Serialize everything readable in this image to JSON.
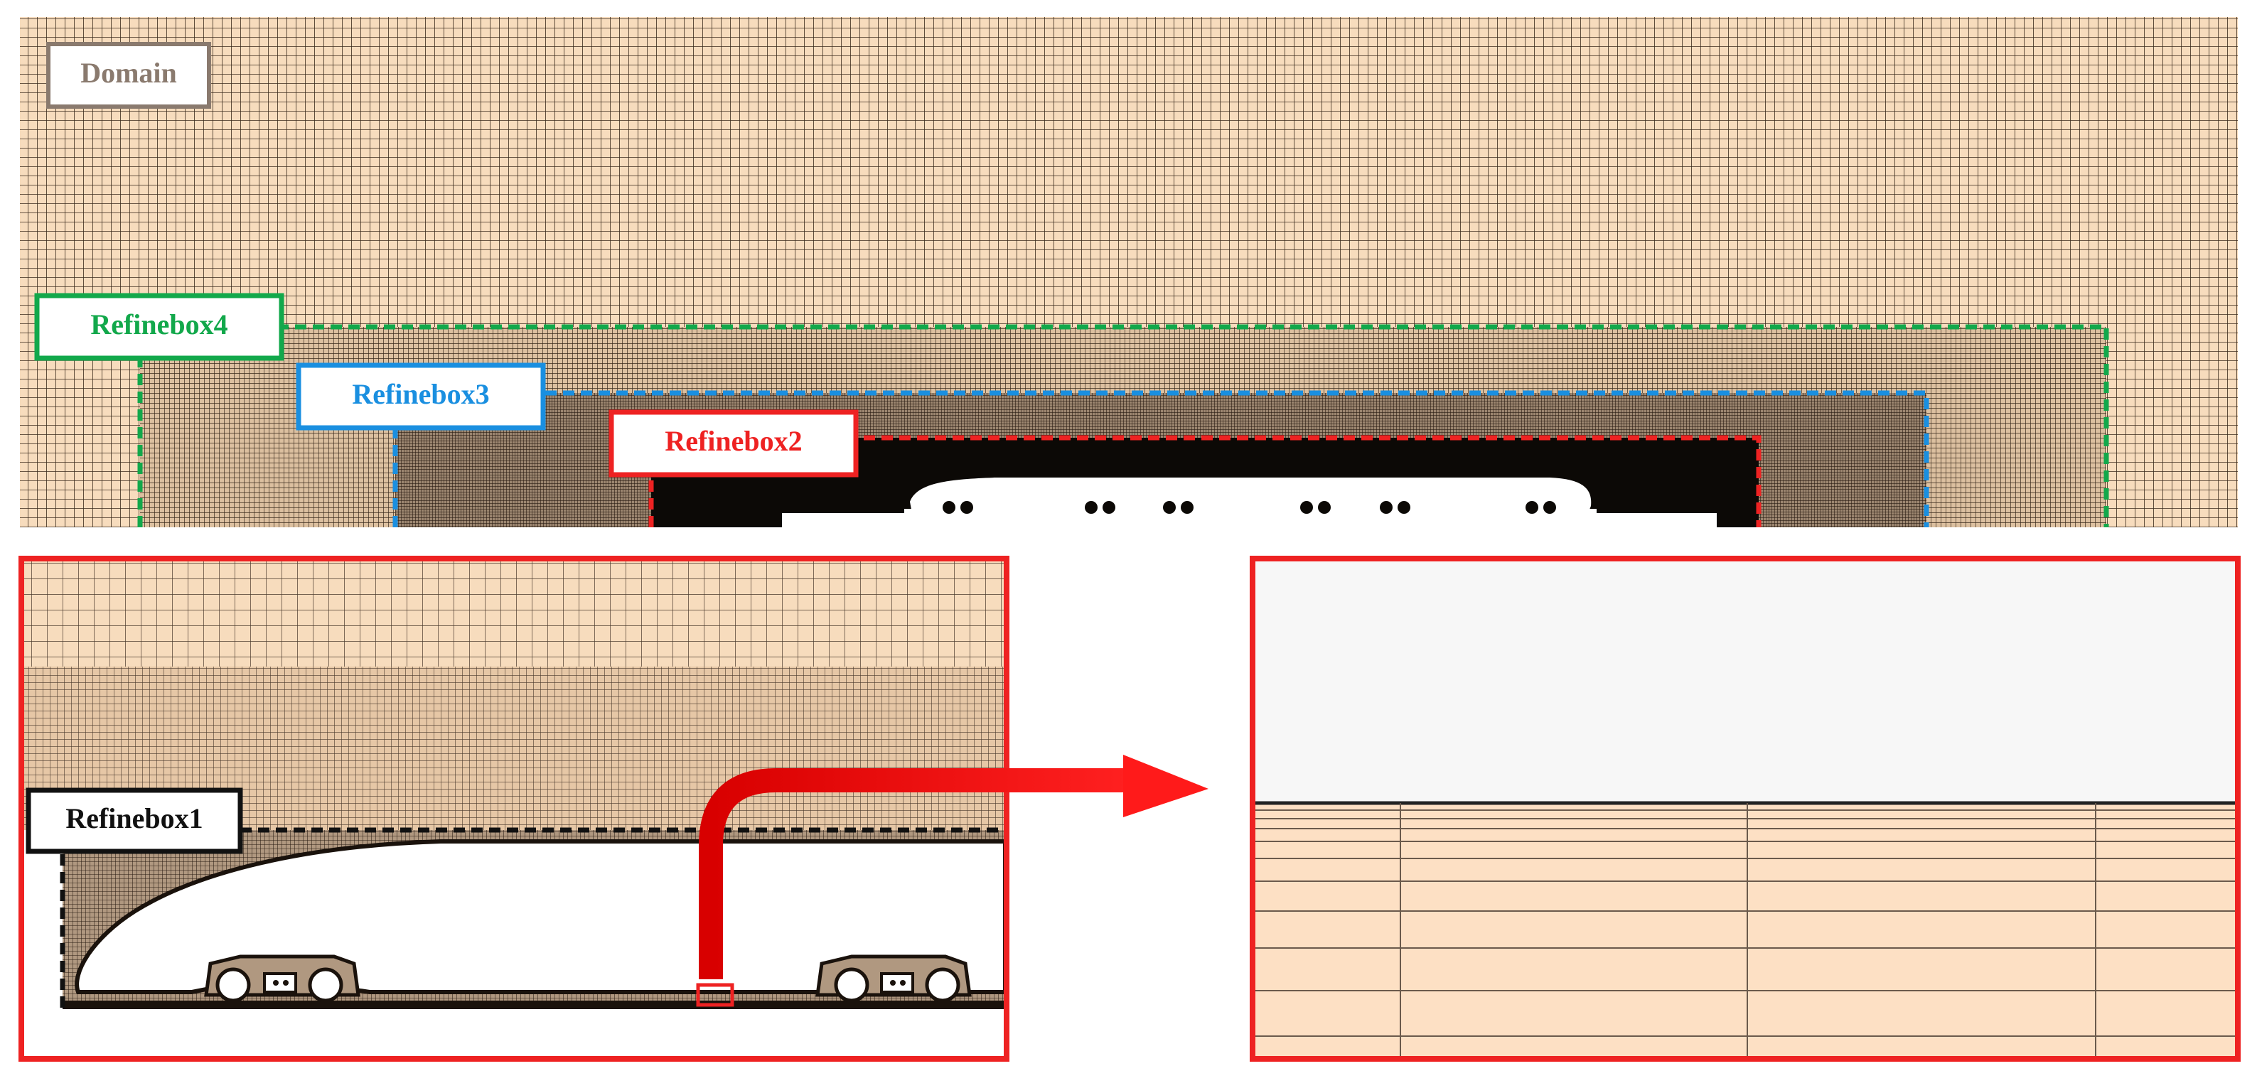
{
  "labels": {
    "domain": "Domain",
    "refinebox4": "Refinebox4",
    "refinebox3": "Refinebox3",
    "refinebox2": "Refinebox2",
    "refinebox1": "Refinebox1"
  },
  "colors": {
    "mesh_fill": "#f7dcbd",
    "mesh_line": "#2a1c12",
    "refinebox4": "#12a84b",
    "refinebox3": "#1a8fe0",
    "refinebox2": "#ee2222",
    "refinebox1": "#111111",
    "domain_label": "#8a7a6e",
    "arrow": "#ff1a1a",
    "zoom_frame": "#ee2222",
    "solid_region": "#f7f7f7"
  }
}
